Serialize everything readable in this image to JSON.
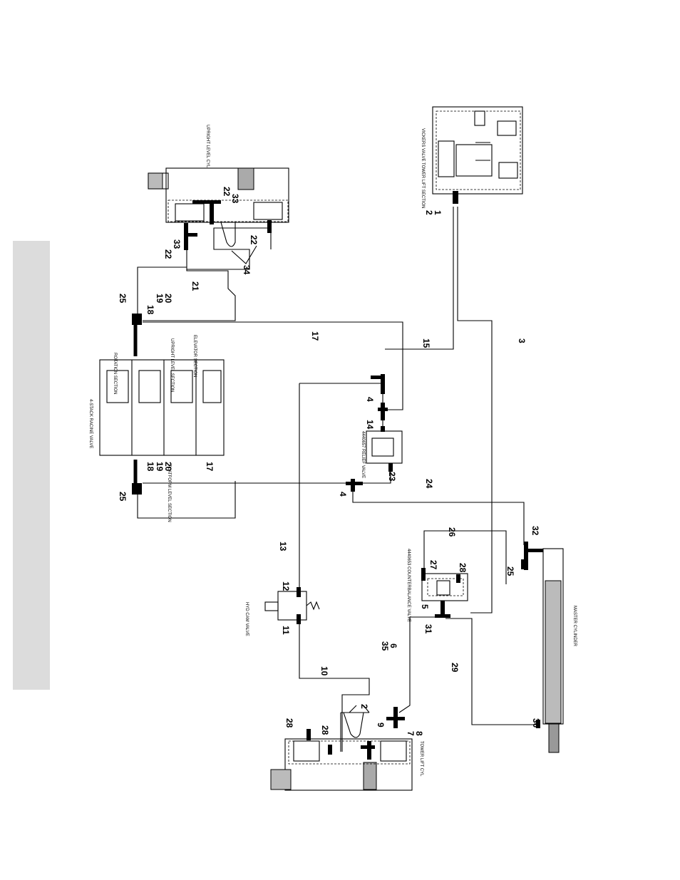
{
  "components": {
    "upright_level_cyl": "UPRIGHT LEVEL CYL",
    "vickers_valve": "VICKERS VALVE TOWER LIFT SECTION",
    "racine_valve": "4-STACK RACINE VALVE",
    "relief_valve": "4440657 RELIEF VALVE",
    "cam_valve": "HYD CAM VALVE",
    "counterbalance_valve": "4440653 COUNTERBALANCE VALVE",
    "master_cylinder": "MASTER CYLINDER",
    "tower_lift_cyl": "TOWER LIFT CYL"
  },
  "racine_sections": {
    "rotation": "ROTATION SECTION",
    "upright_level": "UPRIGHT LEVEL SECTION",
    "platform_level": "PLATFORM LEVEL SECTION",
    "elevator": "ELEVATOR SECTION"
  },
  "callouts": {
    "c22_33_top": "22",
    "c33_top": "33",
    "c22_mid": "22",
    "c33_mid": "33",
    "c22_right": "22",
    "c34": "34",
    "c2_vickers": "2",
    "c1_vickers": "1",
    "c25_top": "25",
    "c18_top": "18",
    "c19_top": "19",
    "c20_top": "20",
    "c21": "21",
    "c17_right": "17",
    "c15": "15",
    "c3": "3",
    "c4_upper": "4",
    "c14": "14",
    "c23": "23",
    "c4_lower": "4",
    "c24": "24",
    "c25_bottom": "25",
    "c18_bottom": "18",
    "c19_bottom": "19",
    "c20_bottom": "20",
    "c17_left": "17",
    "c13": "13",
    "c12": "12",
    "c11": "11",
    "c10": "10",
    "c26": "26",
    "c32": "32",
    "c25_master": "25",
    "c27": "27",
    "c28_cb": "28",
    "c5": "5",
    "c31": "31",
    "c35": "35",
    "c6": "6",
    "c29": "29",
    "c30": "30",
    "c28_a": "28",
    "c28_b": "28",
    "c2_lift": "2",
    "c9": "9",
    "c7": "7",
    "c8": "8"
  }
}
